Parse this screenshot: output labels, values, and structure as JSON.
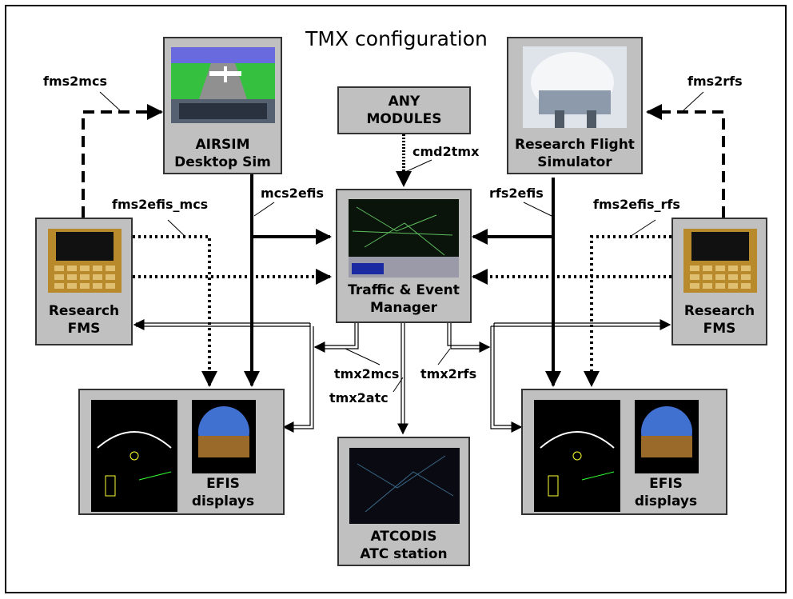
{
  "title": "TMX configuration",
  "boxes": {
    "airsim": {
      "line1": "AIRSIM",
      "line2": "Desktop Sim"
    },
    "any_modules": {
      "line1": "ANY",
      "line2": "MODULES"
    },
    "rfs": {
      "line1": "Research Flight",
      "line2": "Simulator"
    },
    "fms_left": {
      "line1": "Research",
      "line2": "FMS"
    },
    "fms_right": {
      "line1": "Research",
      "line2": "FMS"
    },
    "tmx": {
      "line1": "Traffic & Event",
      "line2": "Manager"
    },
    "efis_left": {
      "line1": "EFIS",
      "line2": "displays"
    },
    "efis_right": {
      "line1": "EFIS",
      "line2": "displays"
    },
    "atcodis": {
      "line1": "ATCODIS",
      "line2": "ATC station"
    }
  },
  "connections": {
    "fms2mcs": "fms2mcs",
    "fms2rfs": "fms2rfs",
    "cmd2tmx": "cmd2tmx",
    "mcs2efis": "mcs2efis",
    "rfs2efis": "rfs2efis",
    "fms2efis_mcs": "fms2efis_mcs",
    "fms2efis_rfs": "fms2efis_rfs",
    "tmx2mcs": "tmx2mcs",
    "tmx2rfs": "tmx2rfs",
    "tmx2atc": "tmx2atc"
  },
  "colors": {
    "box_fill": "#c0c0c0",
    "frame": "#000000"
  }
}
